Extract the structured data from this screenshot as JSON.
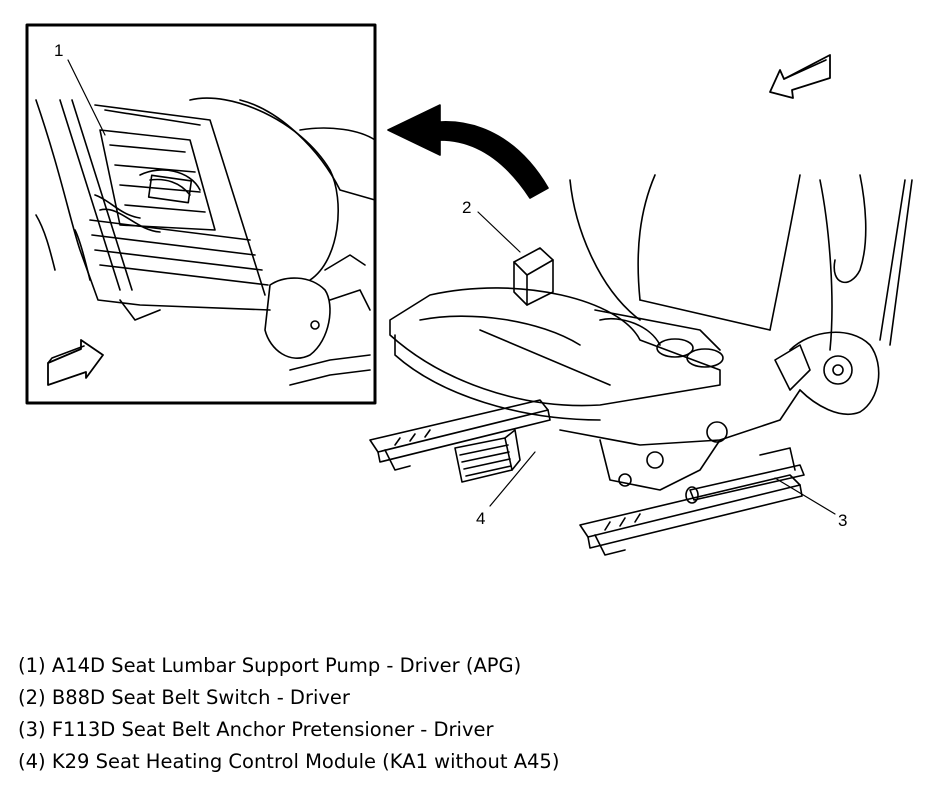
{
  "callouts": {
    "c1": "1",
    "c2": "2",
    "c3": "3",
    "c4": "4"
  },
  "legend": [
    "(1) A14D Seat Lumbar Support Pump - Driver (APG)",
    "(2) B88D Seat Belt Switch - Driver",
    "(3) F113D Seat Belt Anchor Pretensioner - Driver",
    "(4) K29 Seat Heating Control Module (KA1 without A45)"
  ],
  "icons": {
    "inset_arrow": "forward-direction-arrow-icon",
    "main_arrow": "forward-direction-arrow-icon",
    "curved_arrow": "rotate-view-arrow-icon"
  },
  "colors": {
    "line": "#000000",
    "background": "#ffffff"
  }
}
